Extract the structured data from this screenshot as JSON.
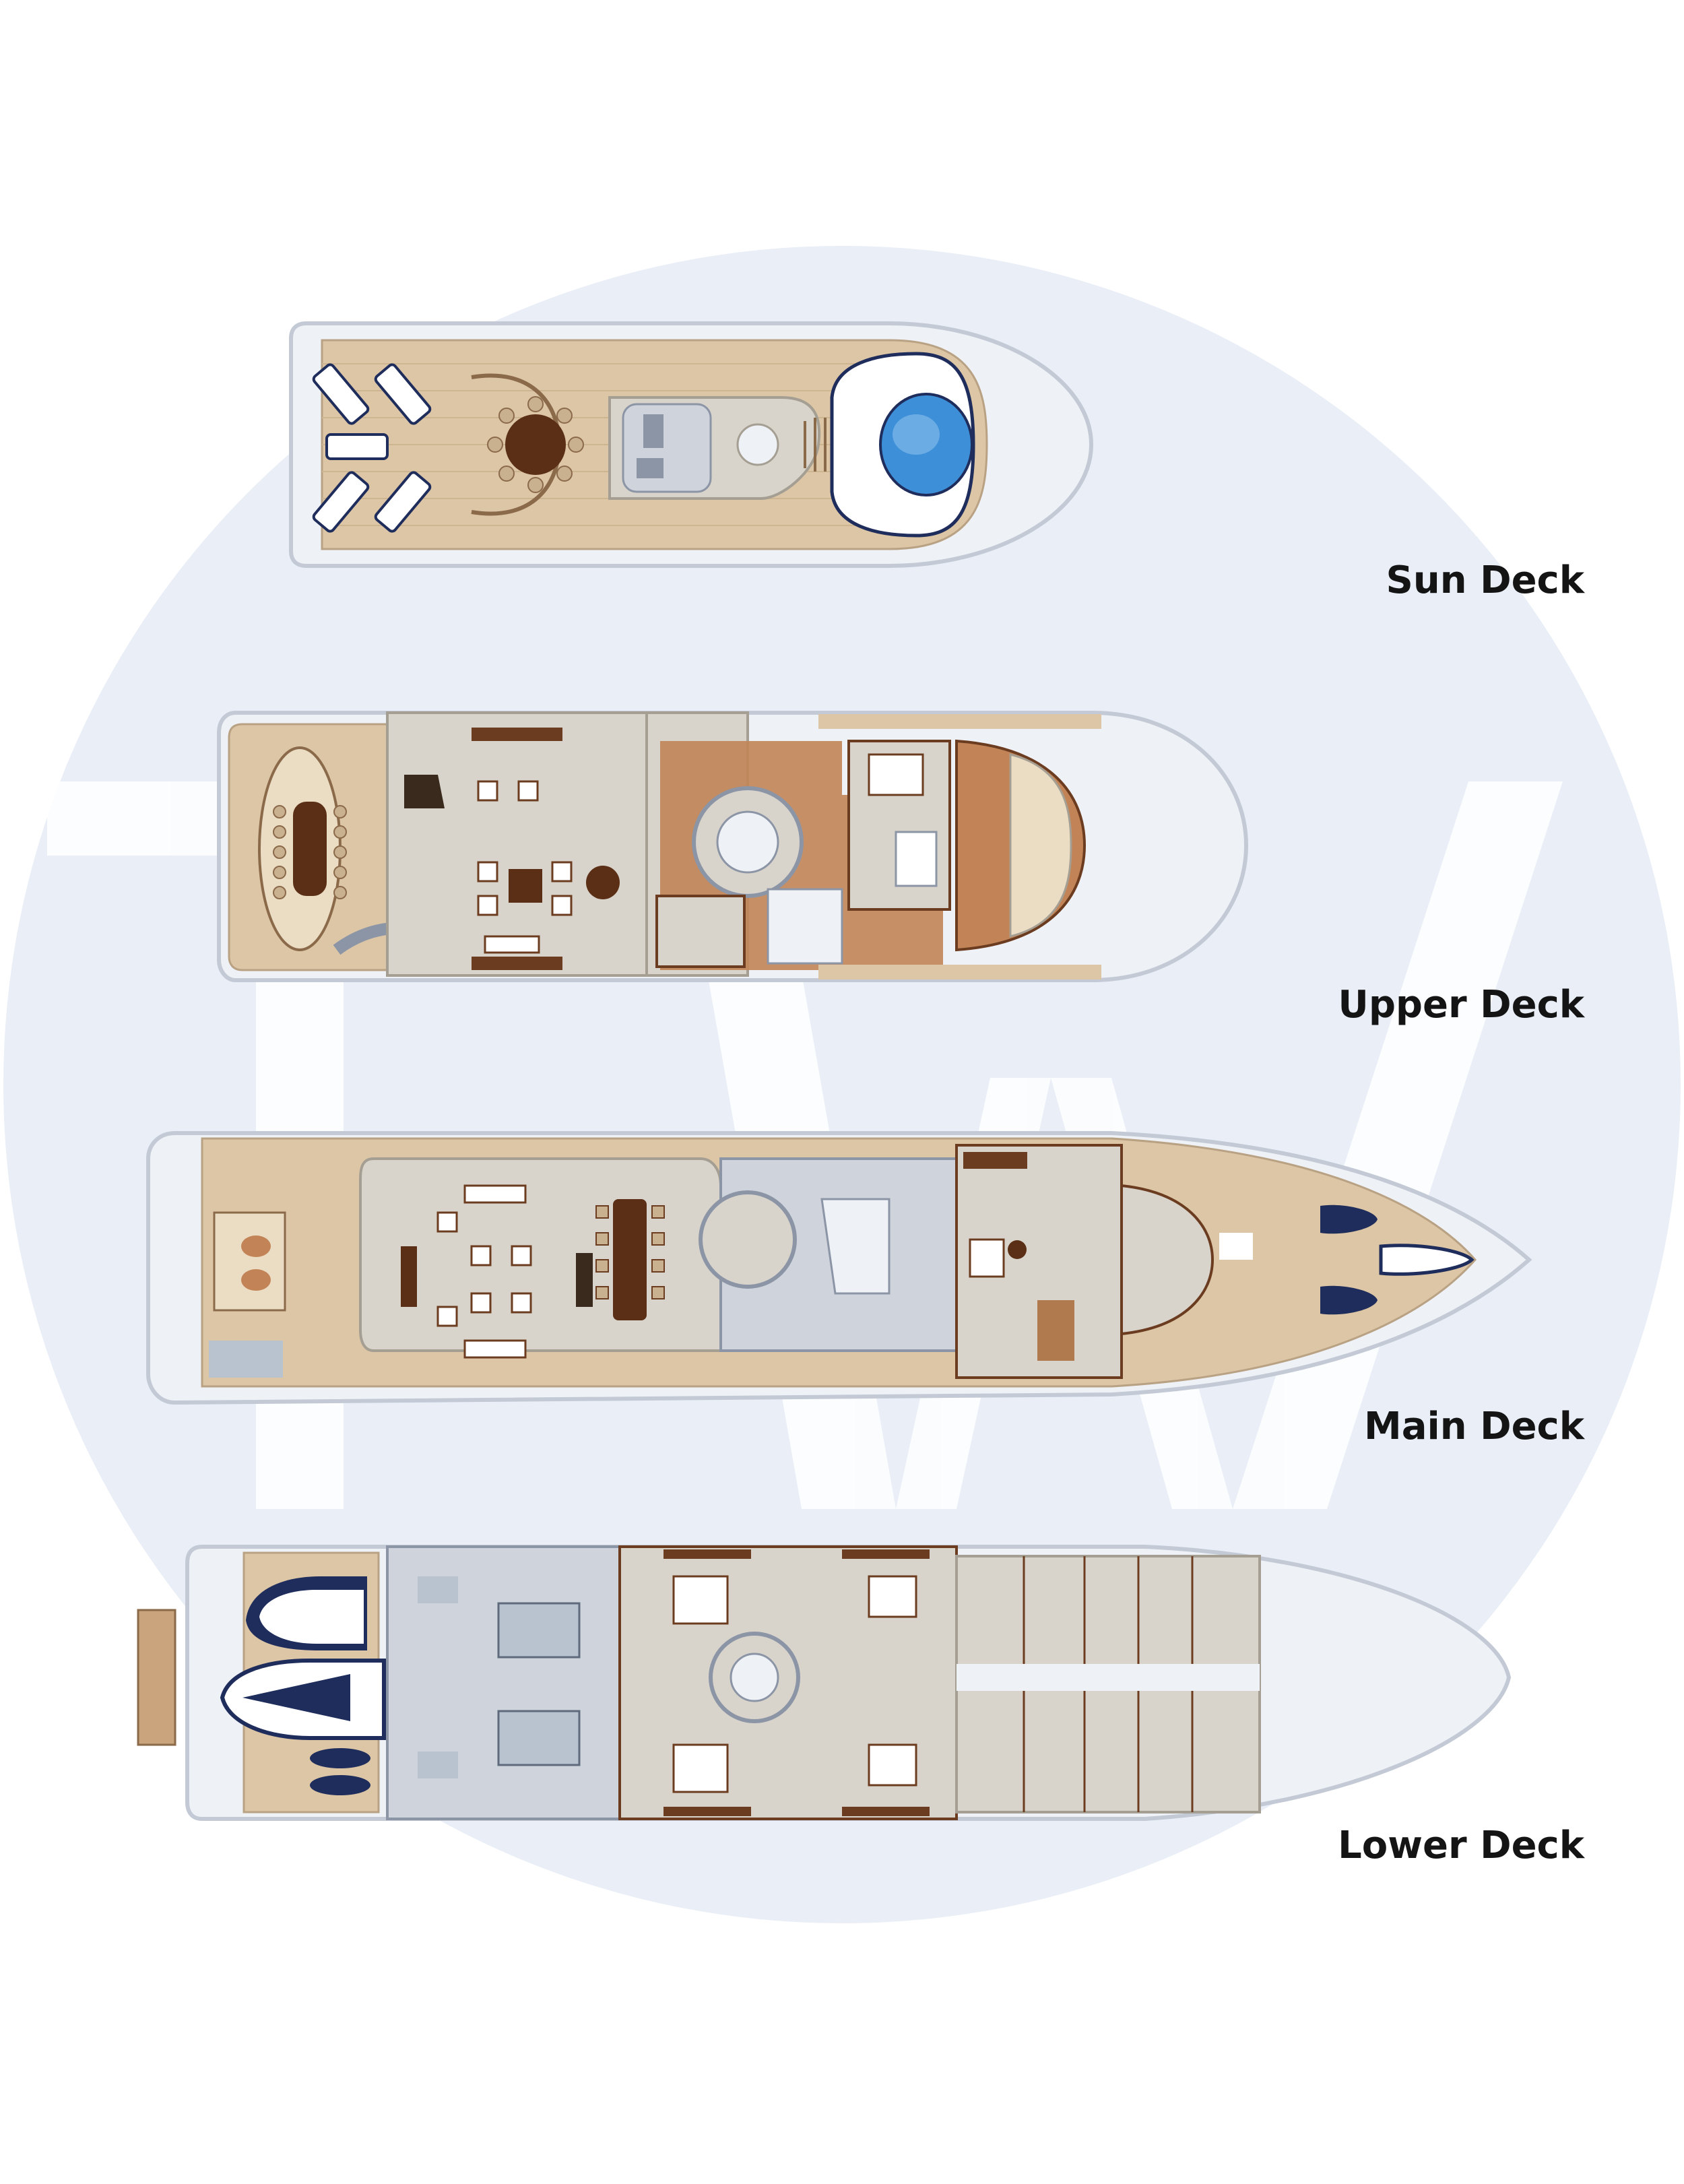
{
  "decks": [
    {
      "id": "sun",
      "label": "Sun Deck"
    },
    {
      "id": "upper",
      "label": "Upper Deck"
    },
    {
      "id": "main",
      "label": "Main Deck"
    },
    {
      "id": "lower",
      "label": "Lower Deck"
    }
  ],
  "watermark": {
    "text": "TW"
  },
  "colors": {
    "watermark_disc": "#e9eef7",
    "watermark_letters": "#ffffff",
    "hull_fill": "#eef1f6",
    "hull_stroke": "#c3cad6",
    "teak": "#dcc6a6",
    "interior": "#d8d4cb",
    "wood_dark": "#6b3c1f",
    "wood_mid": "#b07a4e",
    "grey_service": "#cfd3db",
    "pool_blue": "#3d8fd8",
    "tender_navy": "#1f2d5c"
  }
}
